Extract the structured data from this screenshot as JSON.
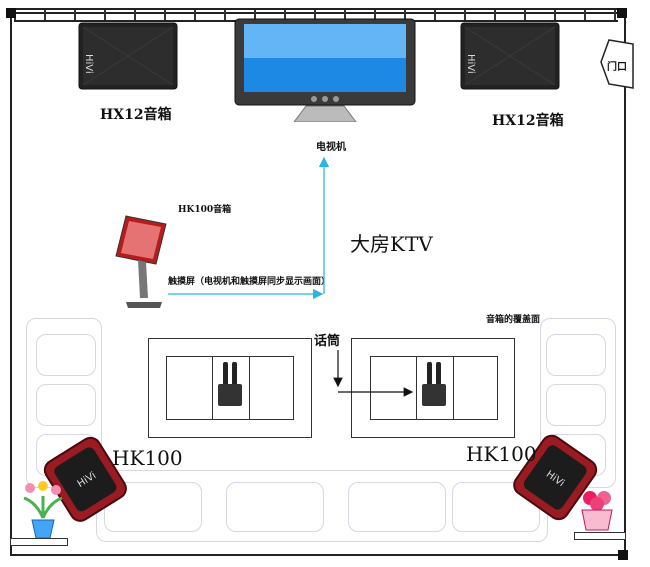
{
  "room_title": "大房KTV",
  "speaker_left_label": "HX12音箱",
  "speaker_right_label": "HX12音箱",
  "tv_label": "电视机",
  "touchscreen_title": "HK100音箱",
  "touchscreen_caption": "触摸屏（电视机和触摸屏同步显示画面）",
  "mic_label": "话筒",
  "coverage_label": "音箱的覆盖面",
  "hk100_left_label": "HK100",
  "hk100_right_label": "HK100",
  "door_label": "门口",
  "speaker_brand": "HiVi",
  "colors": {
    "arrow": "#29b6e0",
    "speaker_red": "#9a1c22",
    "tv_screen": "#1e88e5"
  }
}
